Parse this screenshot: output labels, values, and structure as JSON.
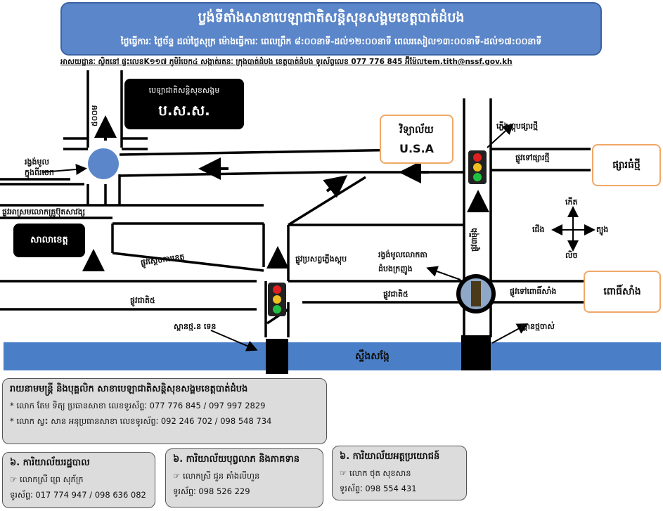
{
  "header": {
    "title": "ប្លង់ទីតាំងសាខាបេឡាជាតិសន្តិសុខសង្គមខេត្តបាត់ដំបង",
    "hours": "ថ្ងៃធ្វើការៈ ថ្ងៃច័ន្ទ ដល់ថ្ងៃសុក្រ ម៉ោងធ្វើការៈ ពេលព្រឹក ៨:០០នាទី-ដល់១២:០០នាទី ពេលរសៀល១៣:០០នាទី-ដល់១៧:០០នាទី",
    "address": "អាសយដ្ឋានៈ ស្ថិតនៅ ផ្ទះលេខK១១៧ ភូមិរំចេក៤ សង្កាត់រតនៈ ក្រុងបាត់ដំបង ខេត្តបាត់ដំបង ទូរស័ព្ទលេខ 077 776 845 អ៊ីម៉ែលtem.tith@nssf.gov.kh"
  },
  "map": {
    "nssf_box": {
      "line1": "បេឡាជាតិសន្តិសុខសង្គម",
      "line2": "ប.ស.ស."
    },
    "road_500": "៥០០ម",
    "provincial_hall": "សាលាខេត្ត",
    "usa_school": {
      "line1": "វិទ្យាល័យ",
      "line2": "U.S.A"
    },
    "big_market": "ផ្សារធំថ្មី",
    "pochentong": "ពោធិ៍សាំង",
    "labels": {
      "roundabout_dumpi": "រង្វង់មូល\nក្នុងពីរចេក",
      "road_provincial": "ផ្លូវអាស្រមលោកគ្រូប៊ុតសាវង្ស",
      "road_dam": "ផ្លូវស្ដេចការខេត្ត",
      "road_national": "ផ្លូវជាតិ៥",
      "road_lamp": "ផ្លូវប្រសព្វភ្លើងស្តុប",
      "road_national_right": "ផ្លូវជាតិ៥",
      "road_monivong": "ផ្លូវ៣ម៉ីង",
      "lights_new_market": "ភ្លើងស្តុបផ្សារថ្មី",
      "road_new_market": "ផ្លូវទៅផ្សារថ្មី",
      "roundabout_dambang": "រង្វង់មូលលោកតា\nដំបងក្រញូង",
      "road_pochentong": "ផ្លូវទៅពោធិ៍សាំង",
      "bridge_left": "ស្ពានថ្ម.ន ទេន",
      "bridge_right": "ស្ពានថ្មចាស់",
      "river": "ស្ទឹងសង្កែ"
    },
    "compass": {
      "north": "កើត",
      "south": "លិច",
      "west": "ជើង",
      "east": "ត្បូង"
    },
    "colors": {
      "river": "#4a7fc8",
      "roundabout": "#5b86c9",
      "header": "#5b86c9",
      "orange_border": "#f0a868",
      "card": "#dcdcdc"
    }
  },
  "contacts": {
    "leaders": {
      "title": "រាយនាមមន្ត្រី និងបុគ្គលិក សាខាបេឡាជាតិសន្តិសុខសង្គមខេត្តបាត់ដំបង",
      "line1": "* លោក តែម ទិត្យ ប្រធានសាខា លេខទូរស័ព្ទៈ 077 776 845 / 097 997 2829",
      "line2": "* លោក ស្វះ សាន អនុប្រធានសាខា លេខទូរស័ព្ទៈ 092 246 702 / 098 548 734"
    },
    "admin": {
      "title": "៦. ការិយាល័យរដ្ឋបាល",
      "line1": "☞ លោកស្រី ព្រេ សុភ័ក្រ",
      "line2": "ទូរស័ព្ទៈ 017 774 947 / 098 636 082"
    },
    "contrib": {
      "title": "៦. ការិយាល័យបុព្វលាភ និងភាគទាន",
      "line1": "☞ លោកស្រី ជួន គាំងលីហួន",
      "line2": "ទូរស័ព្ទៈ 098 526 229"
    },
    "benefit": {
      "title": "៦. ការិយាល័យអត្ថប្រយោជន៍",
      "line1": "☞ លោក ថុត សុខសាន",
      "line2": "ទូរស័ព្ទៈ 098 554 431"
    }
  }
}
